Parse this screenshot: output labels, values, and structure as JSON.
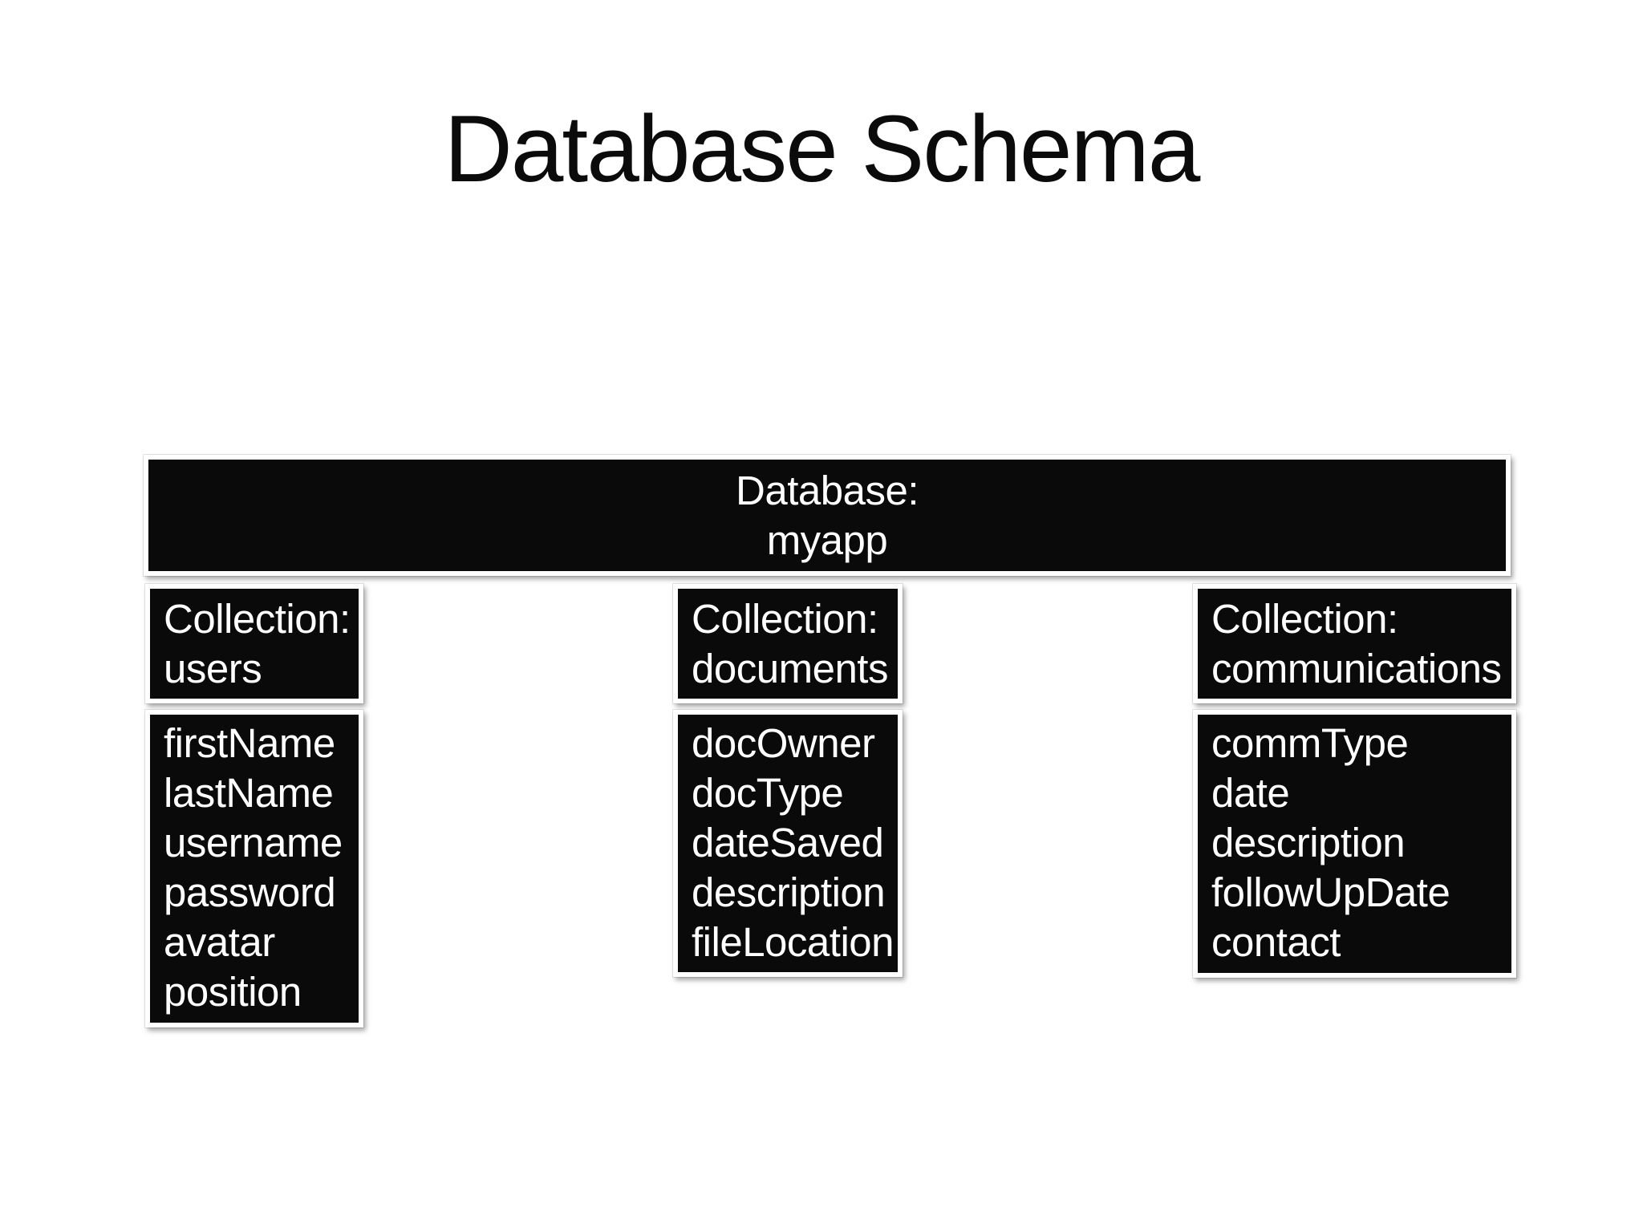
{
  "title": "Database Schema",
  "database": {
    "label": "Database:",
    "name": "myapp"
  },
  "collections": [
    {
      "label": "Collection:",
      "name": "users",
      "fields": [
        "firstName",
        "lastName",
        "username",
        "password",
        "avatar",
        "position"
      ]
    },
    {
      "label": "Collection:",
      "name": "documents",
      "fields": [
        "docOwner",
        "docType",
        "dateSaved",
        "description",
        "fileLocation"
      ]
    },
    {
      "label": "Collection:",
      "name": "communications",
      "fields": [
        "commType",
        "date",
        "description",
        "followUpDate",
        "contact"
      ]
    }
  ],
  "colors": {
    "background": "#ffffff",
    "box_fill": "#0a0a0a",
    "box_border": "#ffffff",
    "box_text": "#ffffff",
    "title_text": "#0b0b0b"
  }
}
